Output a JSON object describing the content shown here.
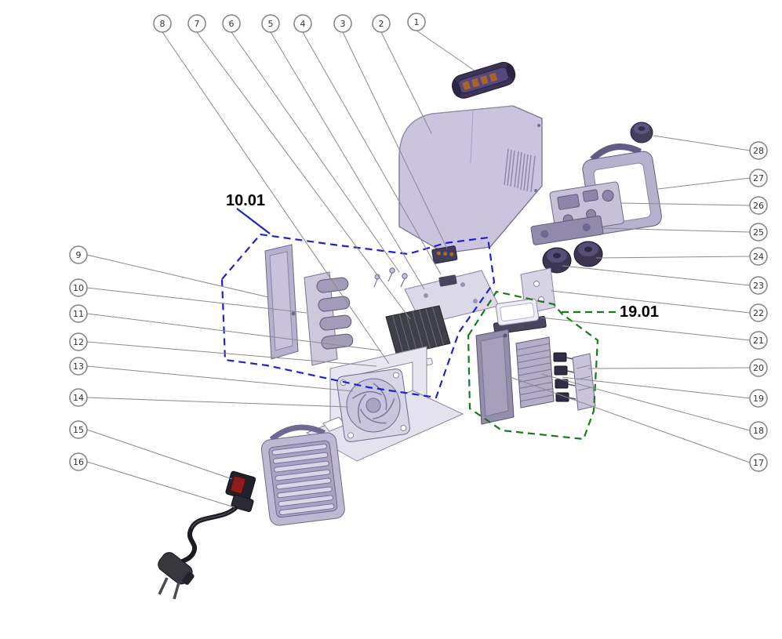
{
  "callouts": [
    {
      "label": "1"
    },
    {
      "label": "2"
    },
    {
      "label": "3"
    },
    {
      "label": "4"
    },
    {
      "label": "5"
    },
    {
      "label": "6"
    },
    {
      "label": "7"
    },
    {
      "label": "8"
    },
    {
      "label": "9"
    },
    {
      "label": "10"
    },
    {
      "label": "11"
    },
    {
      "label": "12"
    },
    {
      "label": "13"
    },
    {
      "label": "14"
    },
    {
      "label": "15"
    },
    {
      "label": "16"
    },
    {
      "label": "17"
    },
    {
      "label": "18"
    },
    {
      "label": "19"
    },
    {
      "label": "20"
    },
    {
      "label": "21"
    },
    {
      "label": "22"
    },
    {
      "label": "23"
    },
    {
      "label": "24"
    },
    {
      "label": "25"
    },
    {
      "label": "26"
    },
    {
      "label": "27"
    },
    {
      "label": "28"
    }
  ],
  "groups": [
    {
      "label": "10.01",
      "color": "#2222cc"
    },
    {
      "label": "19.01",
      "color": "#1a7a1a"
    }
  ],
  "colors": {
    "background": "#ffffff",
    "housing": "#cbc4df",
    "leader_line": "#8a8a8a",
    "callout_stroke": "#828282",
    "dark_part": "#3b3550"
  }
}
